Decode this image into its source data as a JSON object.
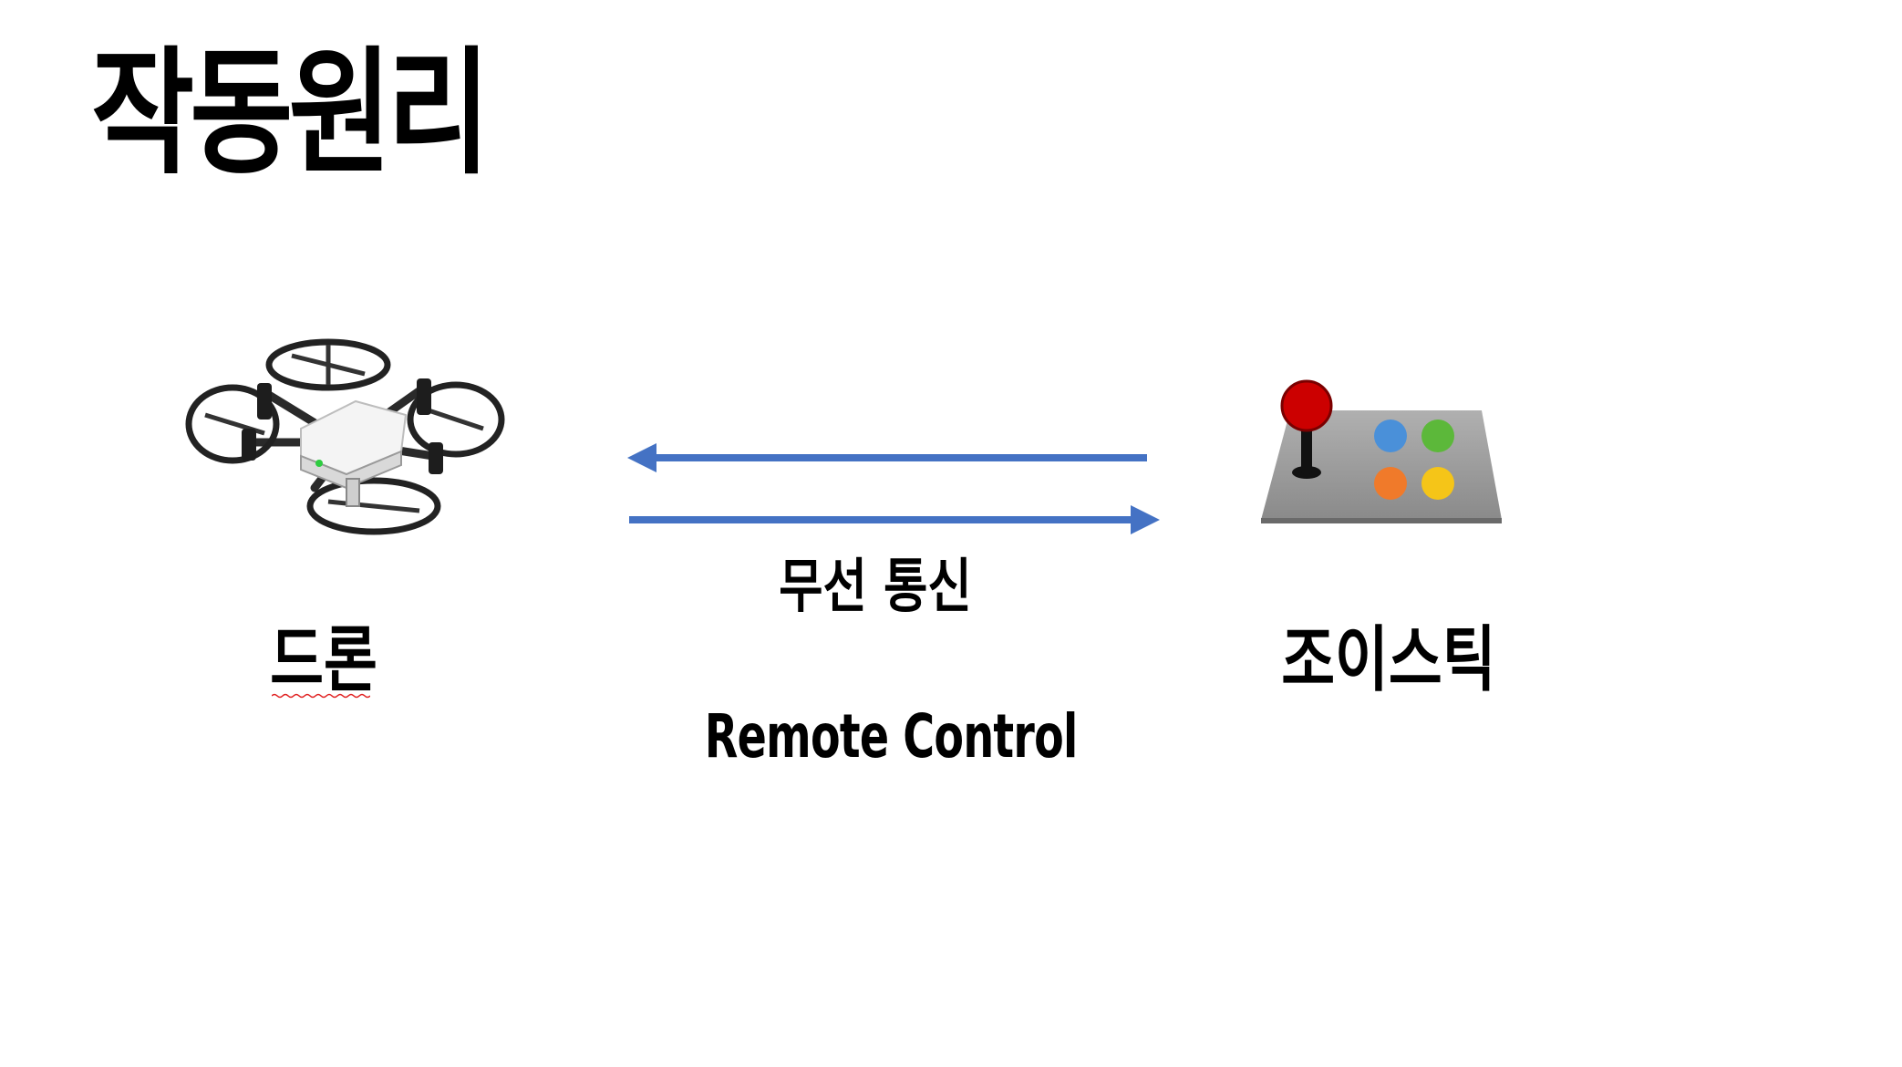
{
  "title": "작동원리",
  "drone": {
    "label": "드론",
    "icon": "drone-icon"
  },
  "joystick": {
    "label": "조이스틱",
    "icon": "joystick-icon",
    "button_colors": [
      "#4a90d9",
      "#5cb83a",
      "#f07a2a",
      "#f5c518"
    ],
    "knob_color": "#cc0000"
  },
  "link": {
    "label": "무선 통신",
    "sublabel": "Remote Control",
    "arrow_color": "#4472c4"
  }
}
